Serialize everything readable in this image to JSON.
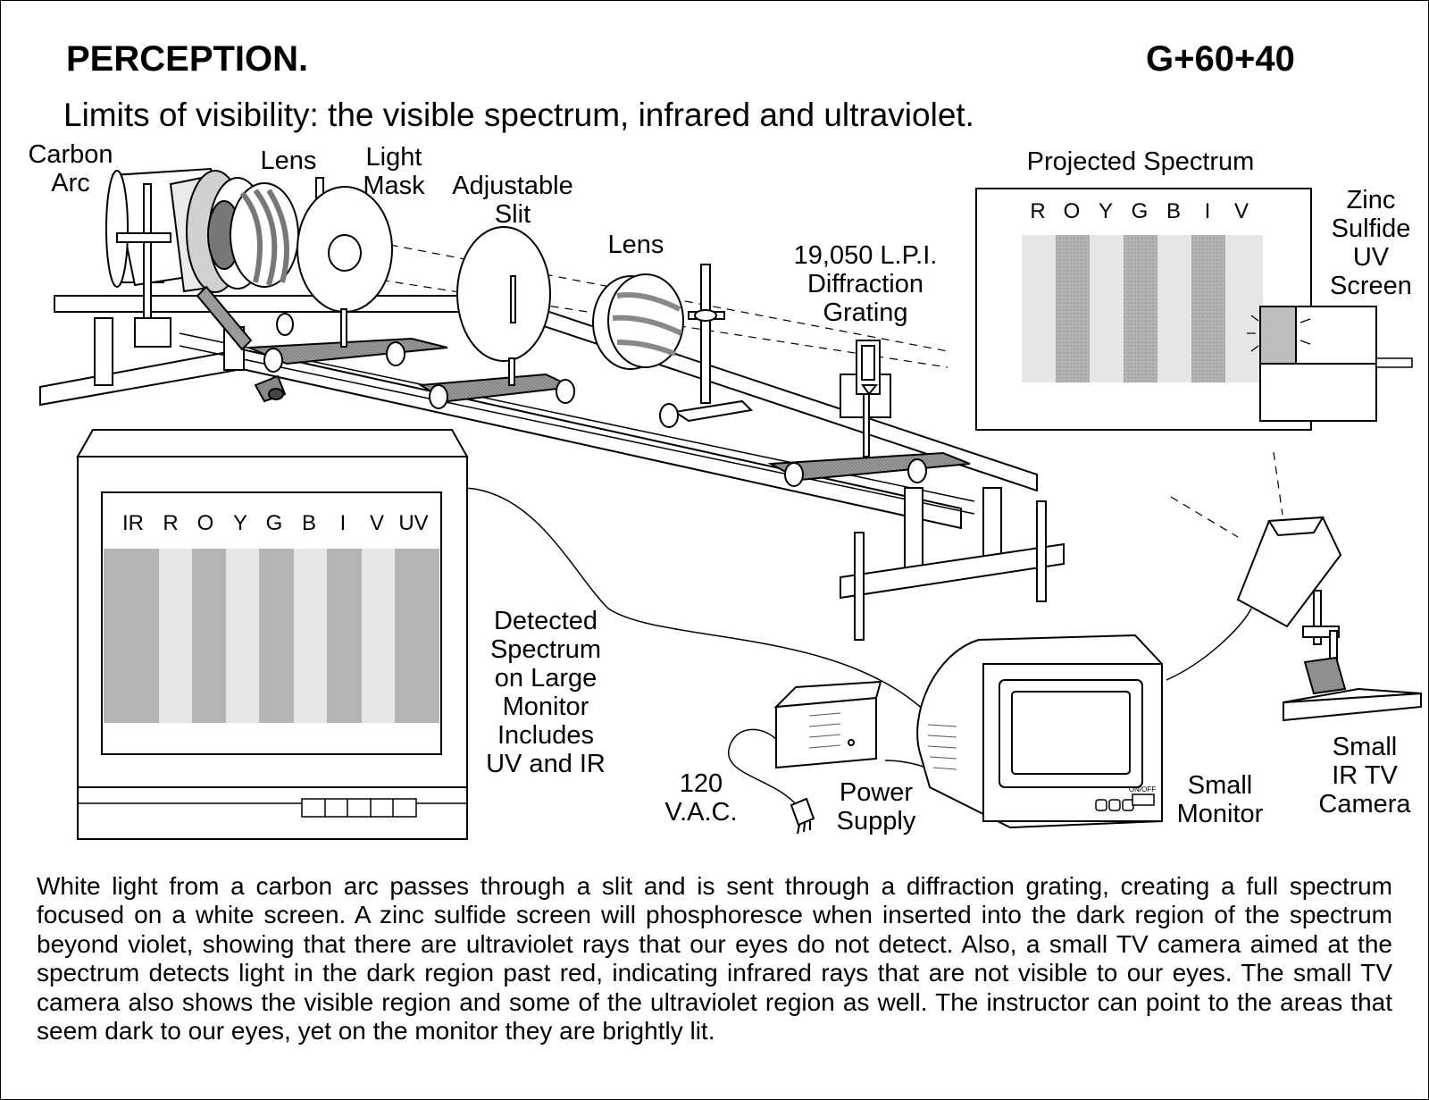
{
  "header": {
    "title": "PERCEPTION.",
    "code": "G+60+40",
    "subtitle": "Limits of visibility: the visible spectrum, infrared and ultraviolet."
  },
  "labels": {
    "carbon_arc": [
      "Carbon",
      "Arc"
    ],
    "lens_1": [
      "Lens"
    ],
    "light_mask": [
      "Light",
      "Mask"
    ],
    "adjustable_slit": [
      "Adjustable",
      "Slit"
    ],
    "lens_2": [
      "Lens"
    ],
    "diffraction_grating": [
      "19,050 L.P.I.",
      "Diffraction",
      "Grating"
    ],
    "projected_spectrum": [
      "Projected Spectrum"
    ],
    "zinc_sulfide_screen": [
      "Zinc",
      "Sulfide",
      "UV",
      "Screen"
    ],
    "detected_spectrum": [
      "Detected",
      "Spectrum",
      "on Large",
      "Monitor",
      "Includes",
      "UV and IR"
    ],
    "vac": [
      "120",
      "V.A.C."
    ],
    "power_supply": [
      "Power",
      "Supply"
    ],
    "small_monitor": [
      "Small",
      "Monitor"
    ],
    "small_ir_camera": [
      "Small",
      "IR TV",
      "Camera"
    ],
    "on_off": "ON/OFF"
  },
  "projected_spectrum_letters": [
    "R",
    "O",
    "Y",
    "G",
    "B",
    "I",
    "V"
  ],
  "monitor_spectrum_letters": [
    "IR",
    "R",
    "O",
    "Y",
    "G",
    "B",
    "I",
    "V",
    "UV"
  ],
  "colors": {
    "ink": "#000000",
    "paper": "#ffffff",
    "band_dark": "#b4b4b4",
    "band_light": "#e6e6e6",
    "stage": "#8a8a8a"
  },
  "caption": "White light from a carbon arc passes through a slit and is sent through a diffraction grating, creating a full spectrum focused on a white screen.  A zinc sulfide screen will phosphoresce when inserted into the dark region of the spectrum beyond violet, showing that there are ultraviolet rays that our eyes do not detect. Also, a small TV camera aimed at the spectrum detects light in the dark region past red, indicating infrared rays that are not visible to our eyes. The small TV camera also shows the visible region and some of the ultraviolet region as well. The instructor can point to the areas that seem dark to our eyes, yet on the monitor they are brightly lit."
}
